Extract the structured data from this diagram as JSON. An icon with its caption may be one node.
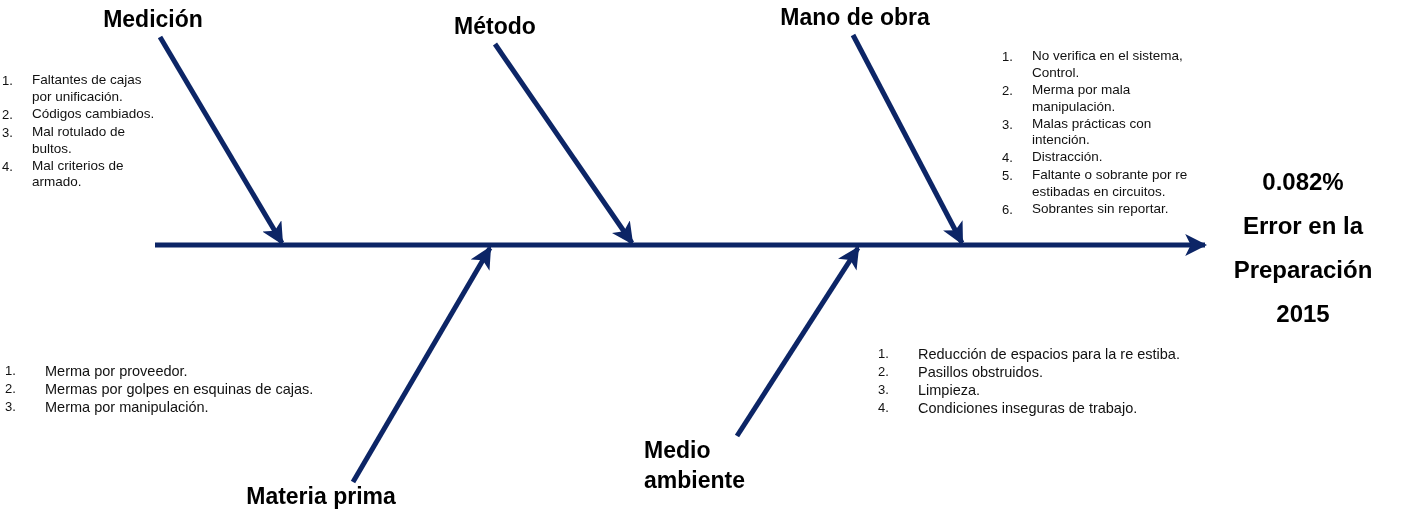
{
  "diagram": {
    "nodes": [
      {
        "text": [
          "Medición"
        ],
        "beside": [
          "1. Faltantes de cajas por unificación.",
          "2. Códigos cambiados.",
          "3. Mal rotulado de bultos.",
          "4. Mal criterios de armado."
        ]
      },
      {
        "text": [
          "Método"
        ]
      },
      {
        "text": [
          "Mano de obra"
        ],
        "beside": [
          "1. No verifica en el sistema, Control.",
          "2. Merma por mala manipulación.",
          "3. Malas prácticas con intención.",
          "4. Distracción.",
          "5. Faltante o sobrante por re estibadas en circuitos.",
          "6. Sobrantes sin reportar."
        ]
      },
      {
        "text": [
          "Materia prima"
        ],
        "beside": [
          "1. Merma por proveedor.",
          "2. Mermas por golpes en esquinas de cajas.",
          "3. Merma por manipulación."
        ]
      },
      {
        "text": [
          "Medio ambiente"
        ],
        "beside": [
          "1. Reducción de espacios para la re estiba.",
          "2. Pasillos obstruidos.",
          "3. Limpieza.",
          "4. Condiciones inseguras de trabajo."
        ]
      },
      {
        "text": [
          "0.082%",
          "Error en la Preparación 2015"
        ]
      }
    ],
    "edges": [
      {
        "from": 0,
        "to": null,
        "arrow": "to"
      },
      {
        "from": 1,
        "to": null,
        "arrow": "to"
      },
      {
        "from": 2,
        "to": null,
        "arrow": "to"
      },
      {
        "from": 3,
        "to": null,
        "arrow": "to"
      },
      {
        "from": 4,
        "to": null,
        "arrow": "to"
      },
      {
        "from": null,
        "to": 5,
        "arrow": "to"
      }
    ]
  }
}
